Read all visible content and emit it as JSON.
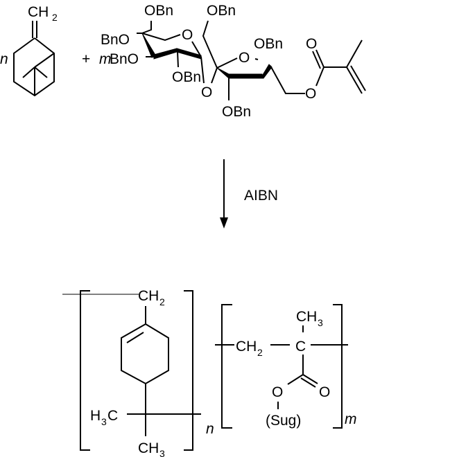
{
  "reactant1": {
    "label": "CH",
    "label_sub": "2",
    "coeff": "n"
  },
  "plus": "+",
  "reactant2": {
    "coeff": "m",
    "labels": [
      "OBn",
      "BnO",
      "BnO",
      "OBn",
      "OBn",
      "O",
      "O",
      "OBn",
      "O",
      "OBn",
      "O",
      "O"
    ]
  },
  "arrow": {
    "reagent": "AIBN"
  },
  "product": {
    "unit1": {
      "ch2": "CH",
      "ch2_sub": "2",
      "h3c_h": "H",
      "h3c_sub": "3",
      "h3c_c": "C",
      "ch3": "CH",
      "ch3_sub": "3",
      "subscript": "n"
    },
    "unit2": {
      "ch2": "CH",
      "ch2_sub": "2",
      "c": "C",
      "ch3": "CH",
      "ch3_sub": "3",
      "o_ester": "O",
      "o_carbonyl": "O",
      "sug": "(Sug)",
      "subscript": "m"
    }
  }
}
